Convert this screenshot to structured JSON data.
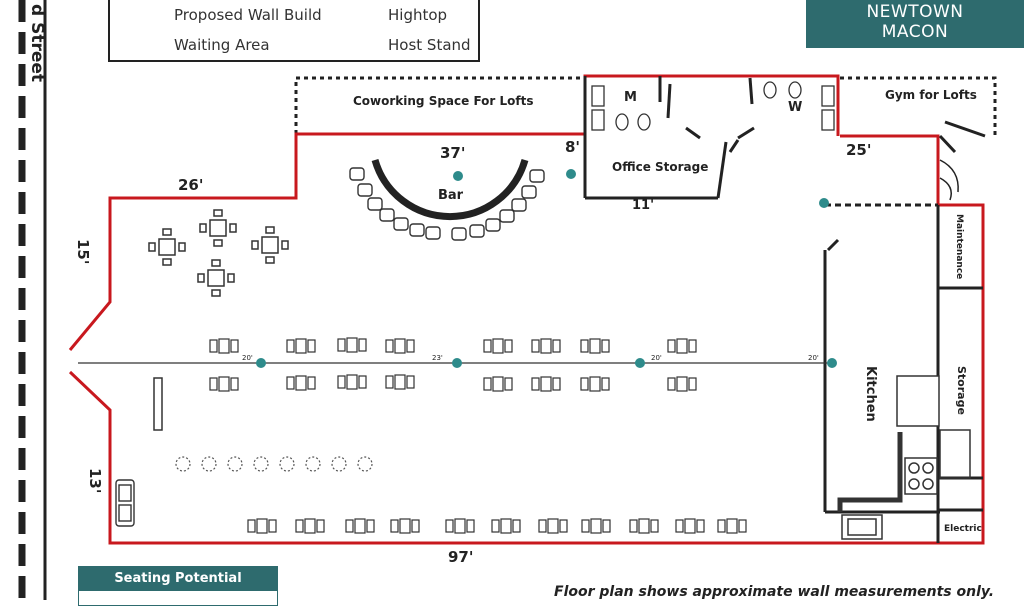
{
  "street_label": "d Street",
  "legend": {
    "proposed_wall": "Proposed Wall Build",
    "hightop": "Hightop",
    "waiting_area": "Waiting Area",
    "host_stand": "Host Stand"
  },
  "brand": {
    "line1": "NEWTOWN",
    "line2": "MACON"
  },
  "rooms": {
    "coworking": "Coworking Space For Lofts",
    "mens": "M",
    "womens": "W",
    "gym": "Gym for Lofts",
    "bar": "Bar",
    "office_storage": "Office Storage",
    "kitchen": "Kitchen",
    "maintenance": "Maintenance",
    "storage": "Storage",
    "electric": "Electric"
  },
  "measurements": {
    "m37": "37'",
    "m8": "8'",
    "m25": "25'",
    "m26": "26'",
    "m15": "15'",
    "m11": "11'",
    "m13": "13'",
    "m97": "97'"
  },
  "line_marks": {
    "a": "20'",
    "b": "23'",
    "c": "20'",
    "d": "20'"
  },
  "seating_potential": {
    "title": "Seating Potential"
  },
  "footnote": "Floor plan shows approximate wall measurements only.",
  "colors": {
    "wall": "#c8181e",
    "teal": "#2e8b8b",
    "brand": "#2e6b6e",
    "ink": "#222222"
  }
}
